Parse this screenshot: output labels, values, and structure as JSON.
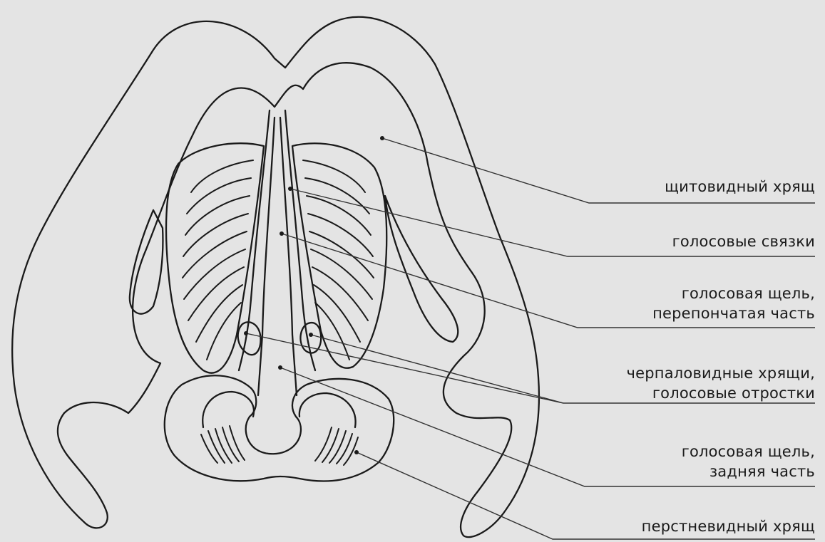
{
  "labels": {
    "thyroid_cartilage": "щитовидный хрящ",
    "vocal_cords": "голосовые связки",
    "glottis_membranous_1": "голосовая щель,",
    "glottis_membranous_2": "перепончатая часть",
    "arytenoid_1": "черпаловидные хрящи,",
    "arytenoid_2": "голосовые отростки",
    "glottis_posterior_1": "голосовая щель,",
    "glottis_posterior_2": "задняя часть",
    "cricoid_cartilage": "перстневидный хрящ"
  },
  "colors": {
    "background": "#e4e4e4",
    "line": "#1a1a1a"
  }
}
